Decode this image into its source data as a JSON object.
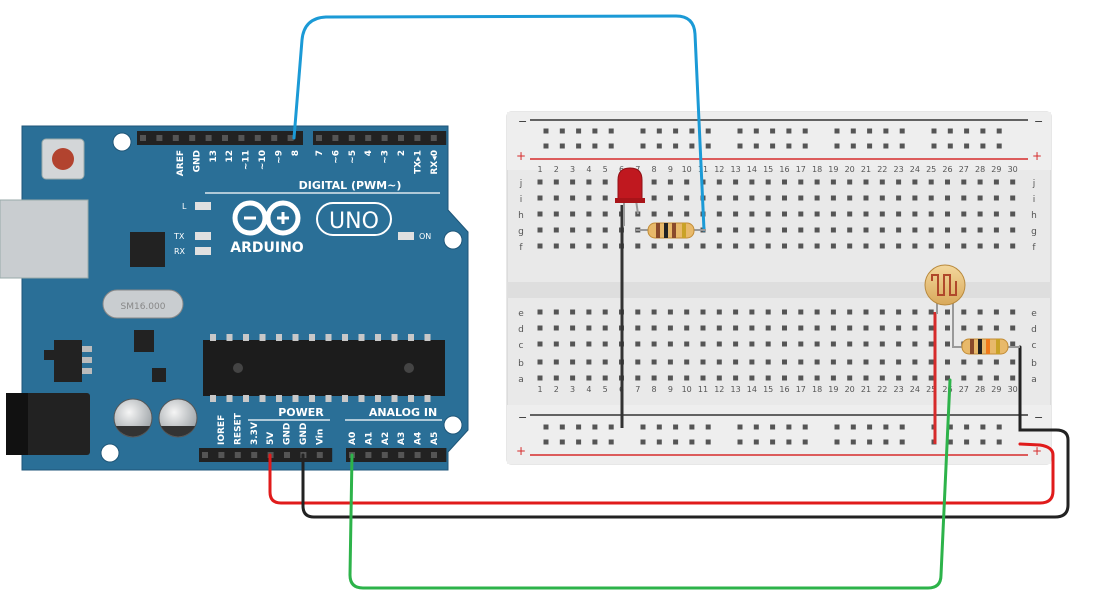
{
  "arduino": {
    "brand_label": "ARDUINO",
    "model_label": "UNO",
    "digital_header_label": "DIGITAL (PWM~)",
    "power_label": "POWER",
    "analog_label": "ANALOG IN",
    "on_label": "ON",
    "l_label": "L",
    "tx_label": "TX",
    "rx_label": "RX",
    "crystal_label": "SM16.000",
    "digital_pins": [
      "AREF",
      "GND",
      "13",
      "12",
      "~11",
      "~10",
      "~9",
      "8",
      "7",
      "~6",
      "~5",
      "4",
      "~3",
      "2",
      "TX▸1",
      "RX◂0"
    ],
    "power_pins": [
      "IOREF",
      "RESET",
      "3.3V",
      "5V",
      "GND",
      "GND",
      "Vin"
    ],
    "analog_pins": [
      "A0",
      "A1",
      "A2",
      "A3",
      "A4",
      "A5"
    ]
  },
  "breadboard": {
    "column_numbers": [
      "1",
      "2",
      "3",
      "4",
      "5",
      "6",
      "7",
      "8",
      "9",
      "10",
      "11",
      "12",
      "13",
      "14",
      "15",
      "16",
      "17",
      "18",
      "19",
      "20",
      "21",
      "22",
      "23",
      "24",
      "25",
      "26",
      "27",
      "28",
      "29",
      "30"
    ],
    "top_row_letters": [
      "j",
      "i",
      "h",
      "g",
      "f"
    ],
    "bottom_row_letters": [
      "e",
      "d",
      "c",
      "b",
      "a"
    ],
    "rail_minus": "−",
    "rail_plus": "+"
  },
  "colors": {
    "board_blue": "#2a6f97",
    "wire_blue": "#1b9ad6",
    "wire_red": "#e01b1b",
    "wire_black": "#222222",
    "wire_green": "#2db34a",
    "led_red": "#c0181f",
    "rail_red": "#d62b2b",
    "rail_black": "#333333"
  }
}
